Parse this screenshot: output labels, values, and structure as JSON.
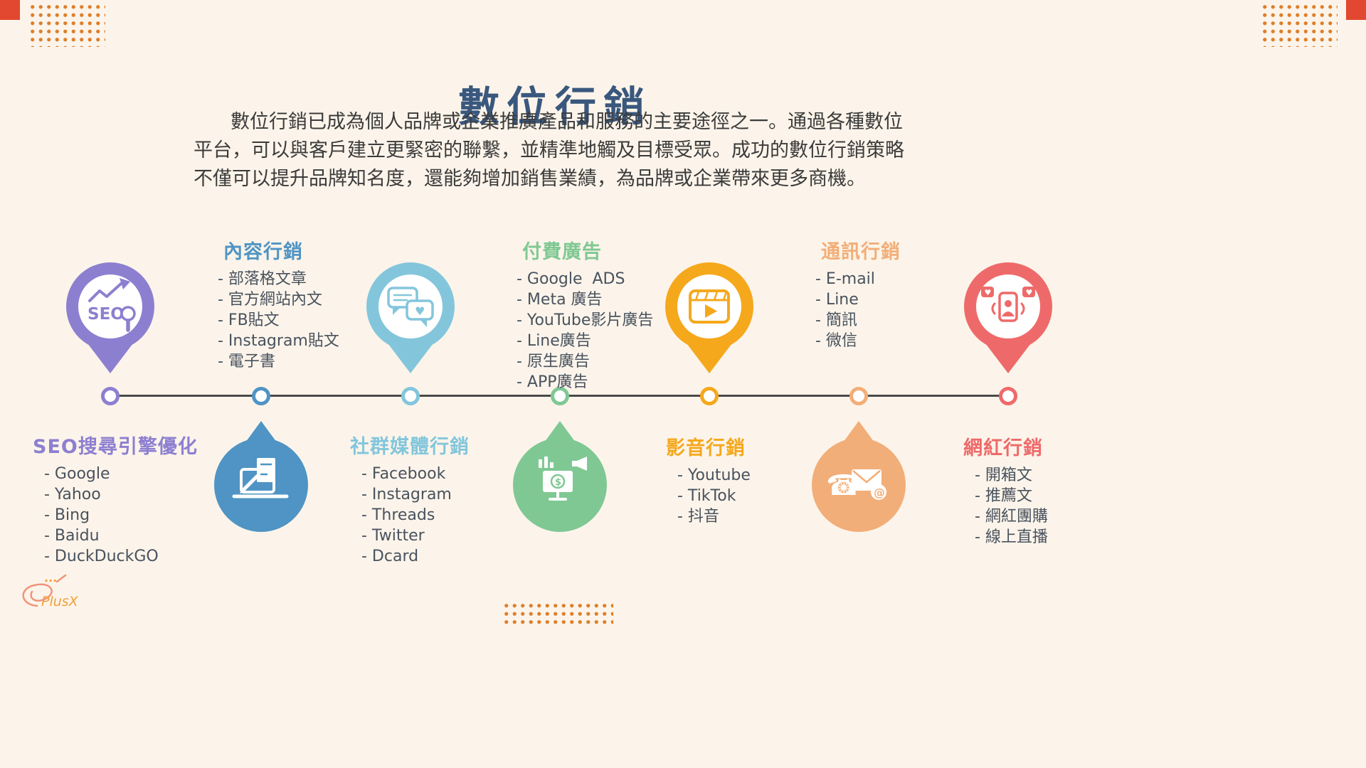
{
  "page": {
    "title": "數位行銷",
    "intro": {
      "line1": "數位行銷已成為個人品牌或企業推廣產品和服務的主要途徑之一。通過各種數位",
      "line2": "平台，可以與客戶建立更緊密的聯繫，並精準地觸及目標受眾。成功的數位行銷策略",
      "line3": "不僅可以提升品牌知名度，還能夠增加銷售業績，為品牌或企業帶來更多商機。"
    },
    "background_color": "#fcf4ea",
    "title_color": "#3a587e",
    "text_color": "#3b3b3b",
    "timeline_color": "#4a4a4a",
    "dot_color": "#dd7f2b",
    "corner_square_color": "#e2472f",
    "list_text_color": "#49525e"
  },
  "logo": {
    "dots": "...",
    "text": "PlusX",
    "color": "#f0a03c"
  },
  "categories": [
    {
      "title": "SEO搜尋引擎優化",
      "color": "#8d7fd0",
      "icon": "seo-magnifier",
      "items": [
        "- Google",
        "- Yahoo",
        "- Bing",
        "- Baidu",
        "- DuckDuckGO"
      ]
    },
    {
      "title": "內容行銷",
      "color": "#4f94c4",
      "icon": "laptop-writing",
      "items": [
        "- 部落格文章",
        "- 官方網站內文",
        "- FB貼文",
        "- Instagram貼文",
        "- 電子書"
      ]
    },
    {
      "title": "社群媒體行銷",
      "color": "#83c6dc",
      "icon": "chat-bubbles",
      "items": [
        "- Facebook",
        "- Instagram",
        "- Threads",
        "- Twitter",
        "- Dcard"
      ]
    },
    {
      "title": "付費廣告",
      "color": "#7fc893",
      "icon": "ads-monitor-megaphone",
      "items": [
        "- Google  ADS",
        "- Meta 廣告",
        "- YouTube影片廣告",
        "- Line廣告",
        "- 原生廣告",
        "- APP廣告"
      ]
    },
    {
      "title": "影音行銷",
      "color": "#f5a81c",
      "icon": "video-clapper",
      "items": [
        "- Youtube",
        "- TikTok",
        "- 抖音"
      ]
    },
    {
      "title": "通訊行銷",
      "color": "#f2ae78",
      "icon": "phone-envelope",
      "items": [
        "- E-mail",
        "- Line",
        "- 簡訊",
        "- 微信"
      ]
    },
    {
      "title": "網紅行銷",
      "color": "#ee6a6a",
      "icon": "influencer-phone",
      "items": [
        "- 開箱文",
        "- 推薦文",
        "- 網紅團購",
        "- 線上直播"
      ]
    }
  ]
}
